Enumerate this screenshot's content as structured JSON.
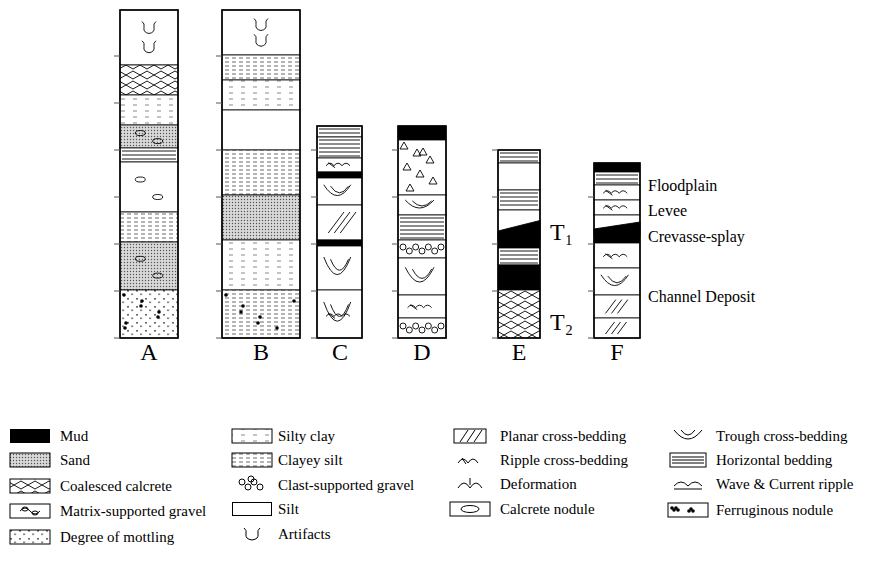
{
  "diagram": {
    "labels": [
      "A",
      "B",
      "C",
      "D",
      "E",
      "F",
      "Floodplain",
      "Levee",
      "Crevasse-splay",
      "Channel Deposit",
      "T₁",
      "T₂"
    ],
    "legend": [
      {
        "text": "Mud",
        "color": "#000000"
      },
      {
        "text": "Sand"
      },
      {
        "text": "Coalesced calcrete"
      },
      {
        "text": "Matrix-supported gravel"
      },
      {
        "text": "Degree of mottling"
      },
      {
        "text": "Silty clay"
      },
      {
        "text": "Clayey silt"
      },
      {
        "text": "Clast-supported gravel"
      },
      {
        "text": "Silt",
        "color": "#ffffff"
      },
      {
        "text": "Artifacts"
      },
      {
        "text": "Planar cross-bedding"
      },
      {
        "text": "Ripple cross-bedding"
      },
      {
        "text": "Deformation"
      },
      {
        "text": "Calcrete nodule"
      },
      {
        "text": "Trough cross-bedding"
      },
      {
        "text": "Horizontal bedding"
      },
      {
        "text": "Wave & Current ripple"
      },
      {
        "text": "Ferruginous nodule"
      }
    ]
  }
}
